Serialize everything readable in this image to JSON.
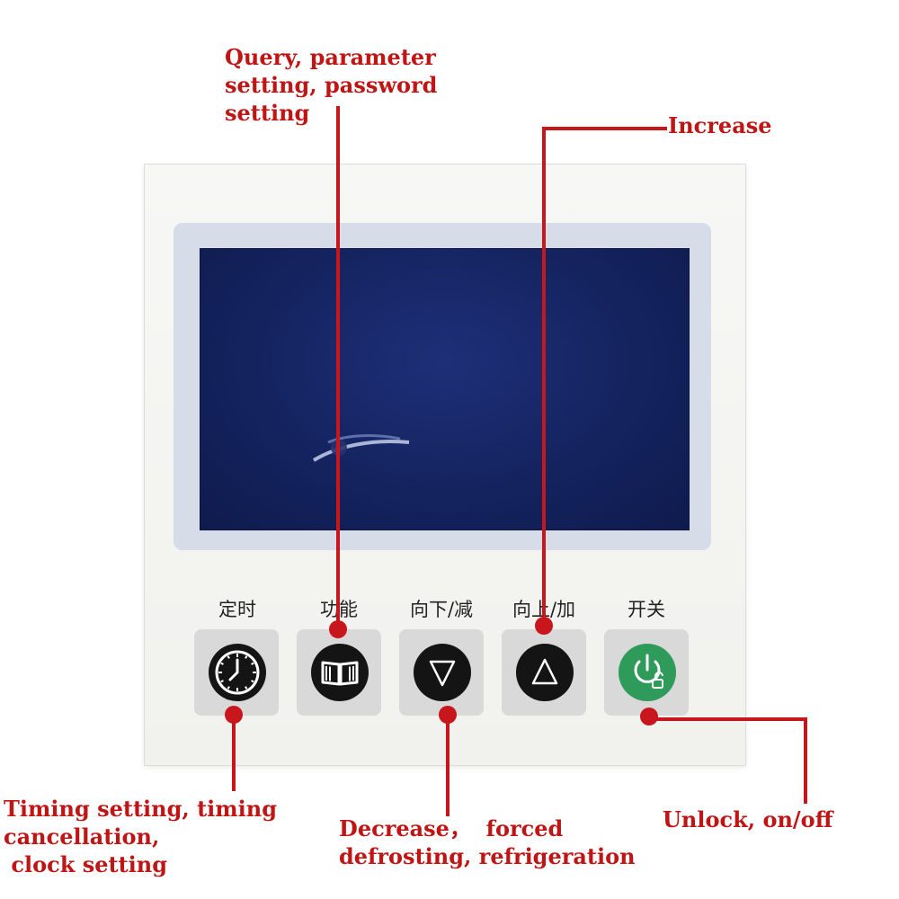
{
  "buttons": [
    {
      "label": "定时",
      "icon": "clock-icon"
    },
    {
      "label": "功能",
      "icon": "book-icon"
    },
    {
      "label": "向下/减",
      "icon": "triangle-down-icon"
    },
    {
      "label": "向上/加",
      "icon": "triangle-up-icon"
    },
    {
      "label": "开关",
      "icon": "power-unlock-icon"
    }
  ],
  "callouts": {
    "function": "Query, parameter\nsetting, password\nsetting",
    "increase": "Increase",
    "timing": "Timing setting, timing\ncancellation,\n clock setting",
    "decrease": "Decrease，  forced\ndefrosting, refrigeration",
    "power": "Unlock, on/off"
  },
  "colors": {
    "callout_red": "#c01515",
    "screen_blue": "#14235f",
    "power_green": "#2e9b5b",
    "button_pad": "#d9d9d9"
  }
}
